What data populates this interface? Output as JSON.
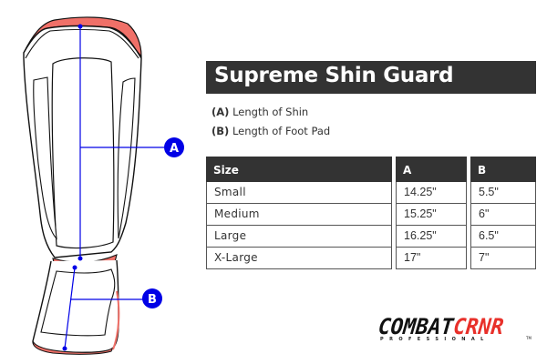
{
  "product": {
    "title": "Supreme Shin Guard"
  },
  "legend": {
    "a_key": "(A)",
    "a_text": "Length of Shin",
    "b_key": "(B)",
    "b_text": "Length of Foot Pad"
  },
  "diagram": {
    "marker_a": "A",
    "marker_b": "B",
    "marker_color": "#0000e6",
    "padding_color": "#f07068"
  },
  "size_table": {
    "headers": [
      "Size",
      "A",
      "B"
    ],
    "rows": [
      {
        "size": "Small",
        "a": "14.25\"",
        "b": "5.5\""
      },
      {
        "size": "Medium",
        "a": "15.25\"",
        "b": "6\""
      },
      {
        "size": "Large",
        "a": "16.25\"",
        "b": "6.5\""
      },
      {
        "size": "X-Large",
        "a": "17\"",
        "b": "7\""
      }
    ],
    "header_bg": "#333333"
  },
  "brand": {
    "part1": "COMBAT",
    "part2": "CRNR",
    "tagline": "PROFESSIONAL",
    "tm": "TM",
    "accent": "#e8302a"
  }
}
